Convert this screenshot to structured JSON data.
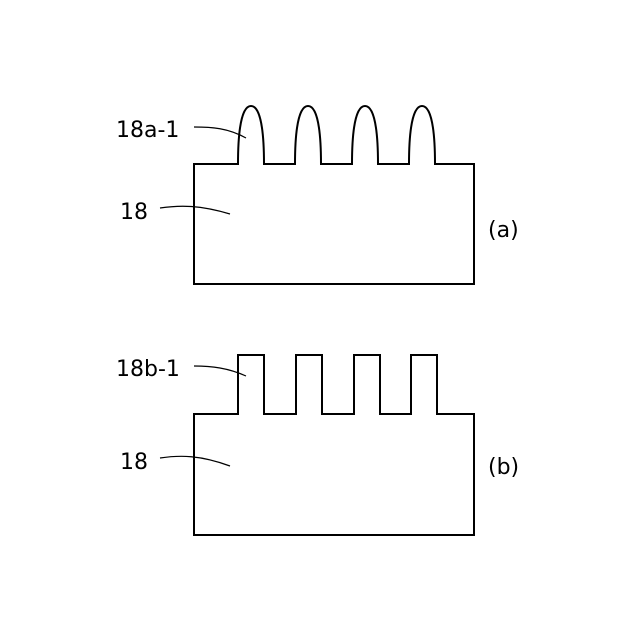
{
  "figure_a": {
    "caption": "(a)",
    "protrusion_label": "18a-1",
    "body_label": "18",
    "protrusion_shape": "rounded",
    "protrusion_count": 4
  },
  "figure_b": {
    "caption": "(b)",
    "protrusion_label": "18b-1",
    "body_label": "18",
    "protrusion_shape": "rectangular",
    "protrusion_count": 4
  }
}
